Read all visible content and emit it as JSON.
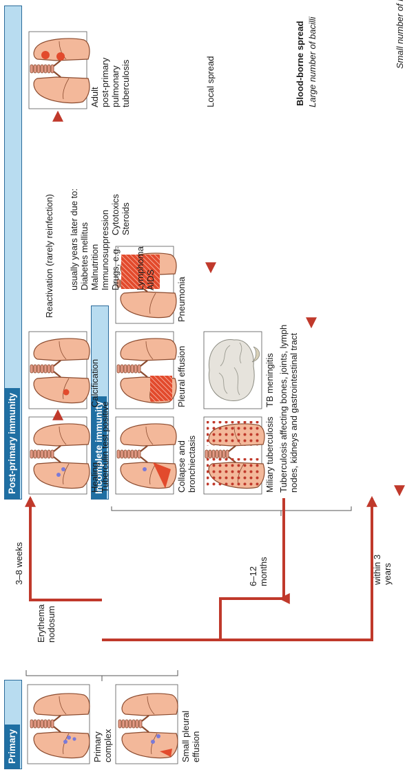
{
  "bands": {
    "primary": "Primary",
    "post_primary": "Post-primary immunity",
    "incomplete": "Incomplete immunity"
  },
  "stages": {
    "primary_complex": [
      "Primary",
      "complex"
    ],
    "small_pleural_effusion": [
      "Small pleural",
      "effusion"
    ],
    "erythema_nodosum": [
      "Erythema",
      "nodosum"
    ],
    "healing": [
      "Healing",
      "Tuberculin test positive"
    ],
    "calcification": "Calcification",
    "adult": [
      "Adult",
      "post-primary",
      "pulmonary",
      "tuberculosis"
    ],
    "collapse": [
      "Collapse and",
      "bronchiectasis"
    ],
    "pleural_effusion": "Pleural effusion",
    "pneumonia": "Pneumonia",
    "miliary": "Miliary tuberculosis",
    "tb_meningitis": "TB meningitis",
    "disseminated": [
      "Tuberculosis affecting bones, joints, lymph",
      "nodes, kidneys and gastrointestinal tract"
    ]
  },
  "timings": {
    "weeks": "3–8 weeks",
    "months": [
      "6–12",
      "months"
    ],
    "years": [
      "within 3",
      "years"
    ]
  },
  "reactivation": {
    "title": "Reactivation (rarely reinfection)",
    "lines": [
      "usually years later due to:",
      "Diabetes mellitus",
      "Malnutrition",
      "Immunosuppression"
    ],
    "drugs_label": "Drugs, e.g.",
    "drugs": [
      "Cytotoxics",
      "Steroids"
    ],
    "other": [
      "Lymphoma",
      "AIDS"
    ]
  },
  "spread": {
    "local": "Local spread",
    "blood_title": "Blood-borne spread",
    "large": "Large number of bacilli",
    "small": "Small number of bacilli"
  },
  "colors": {
    "lung_fill": "#f3b89a",
    "lung_stroke": "#8a4a2e",
    "arrow": "#c0392b",
    "band_fill": "#b8dcf0",
    "band_label": "#1f6fa3"
  }
}
